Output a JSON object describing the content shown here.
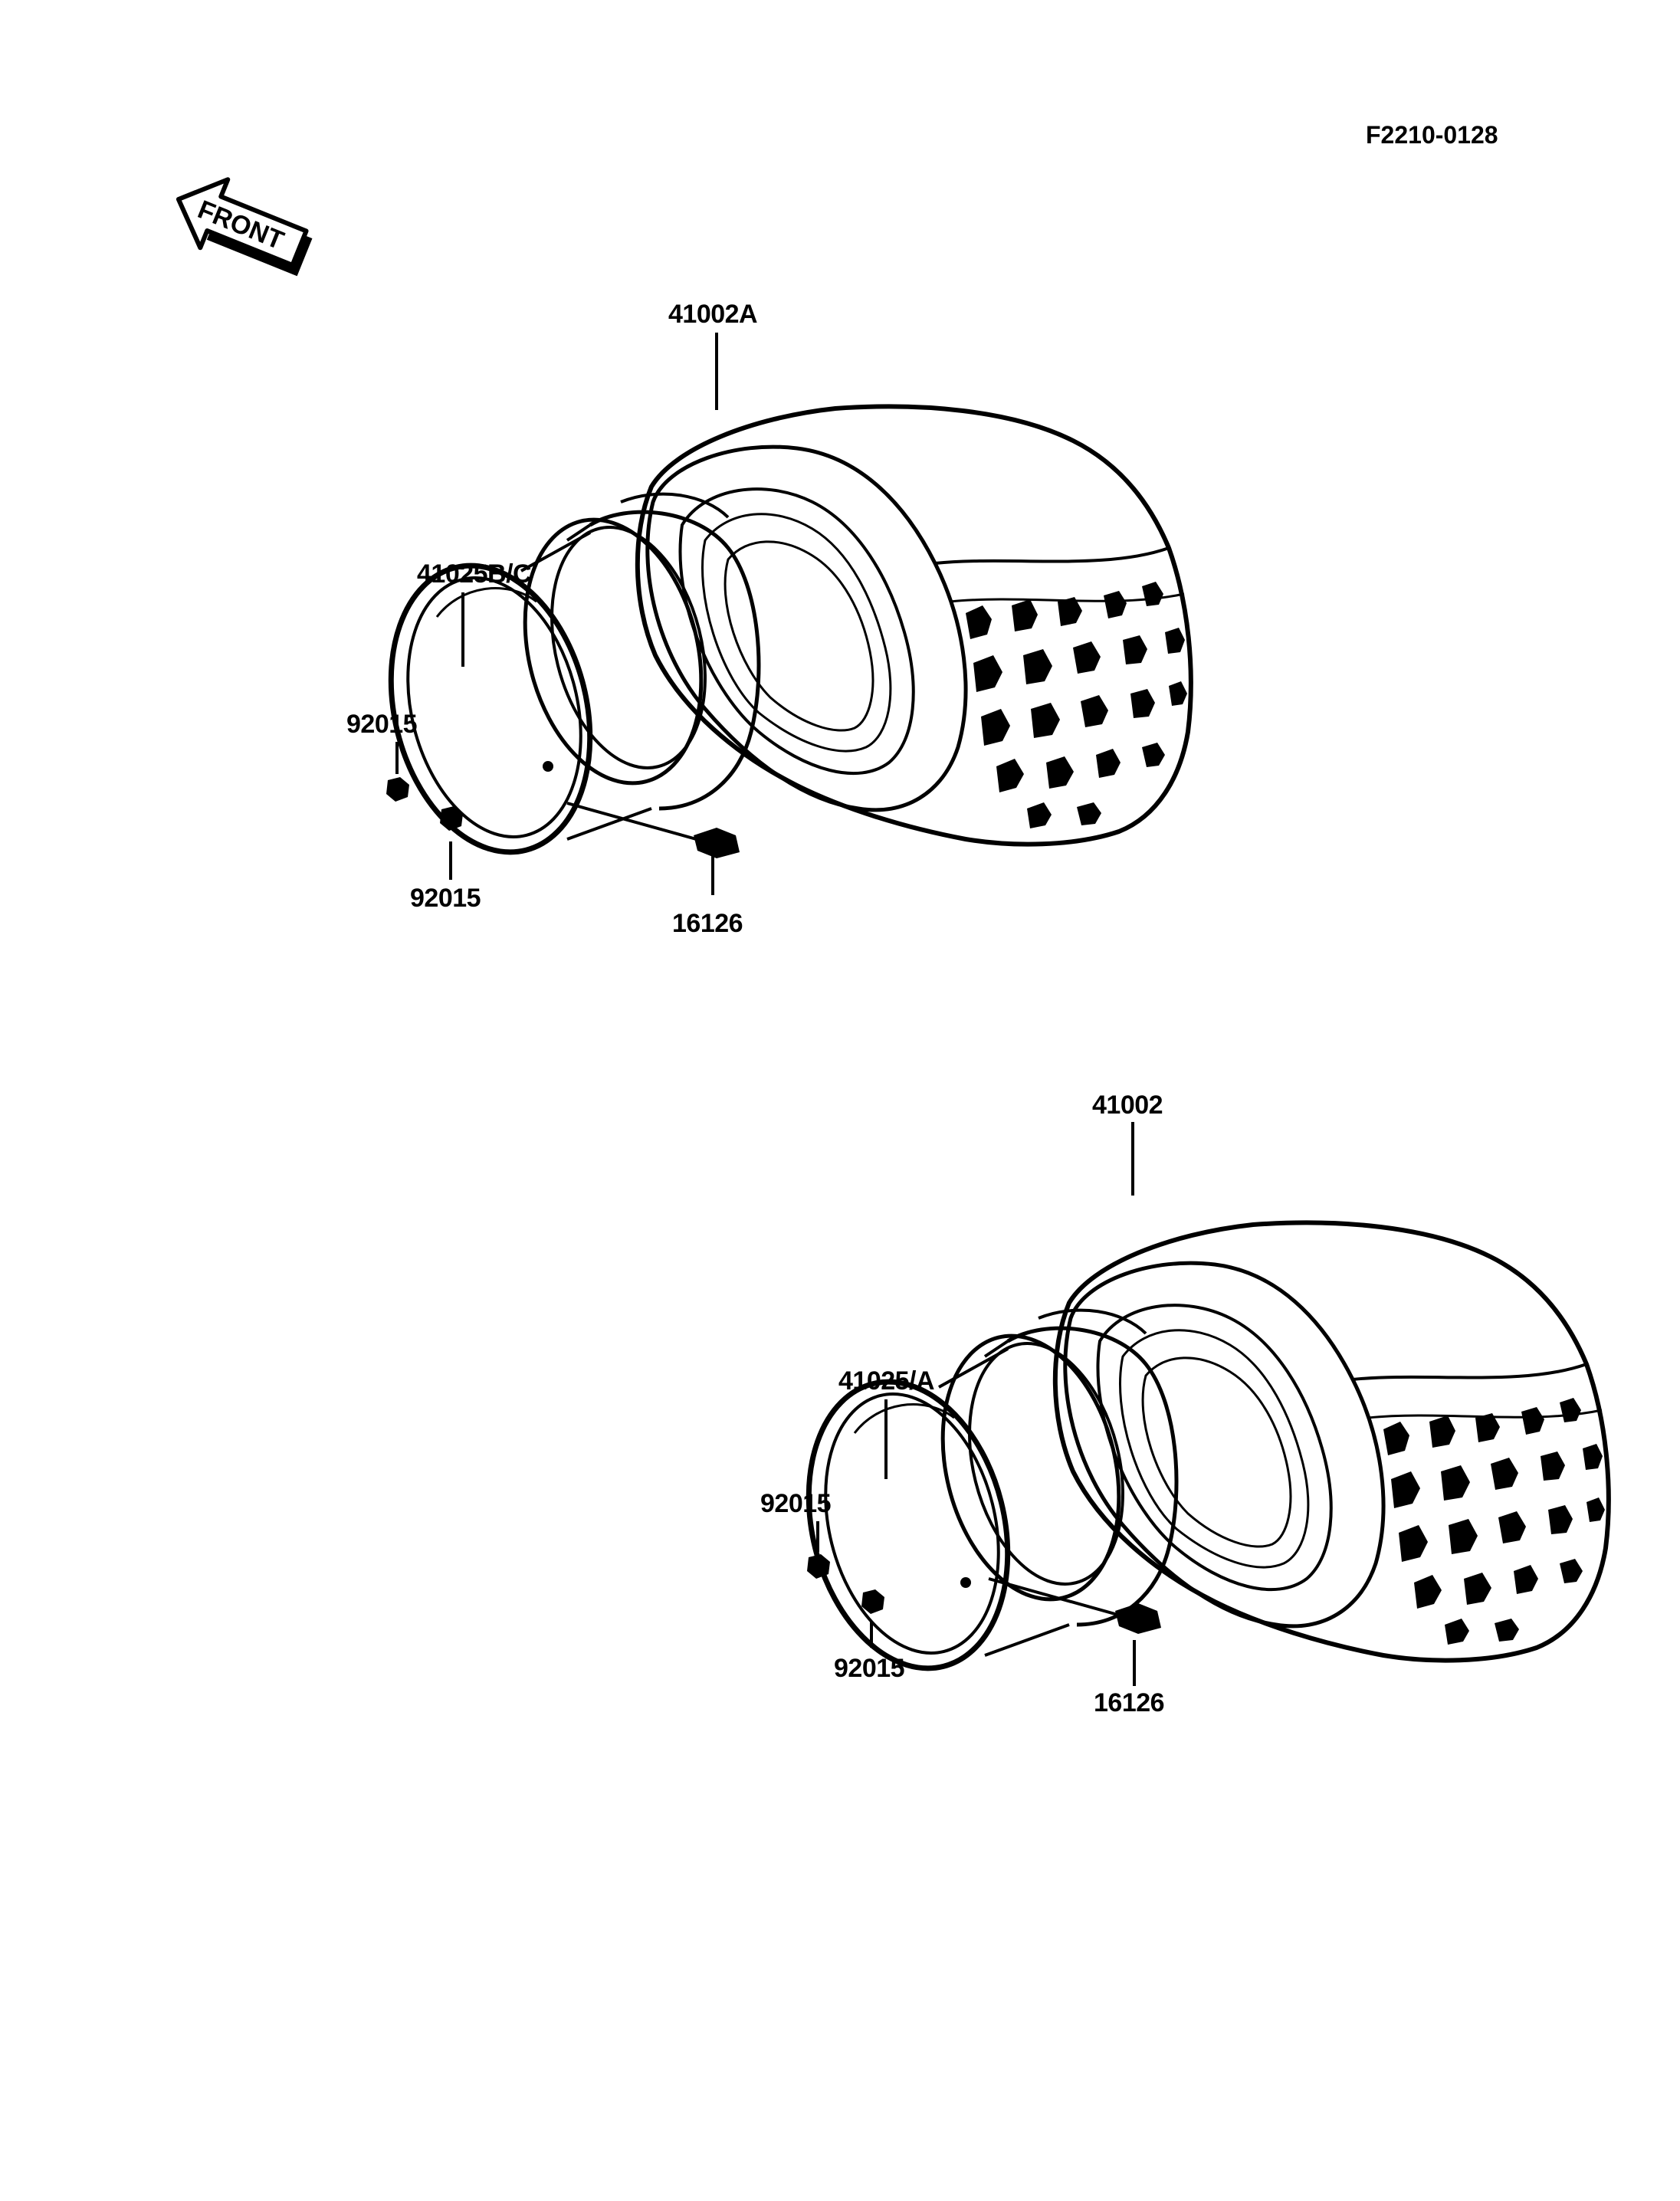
{
  "diagram_code": "F2210-0128",
  "front_arrow_label": "FRONT",
  "upper_assembly": {
    "tire": "41002A",
    "wheel": "41025B/C",
    "nut_left": "92015",
    "nut_bottom": "92015",
    "valve": "16126"
  },
  "lower_assembly": {
    "tire": "41002",
    "wheel": "41025/A",
    "nut_left": "92015",
    "nut_bottom": "92015",
    "valve": "16126"
  },
  "colors": {
    "ink": "#000000",
    "paper": "#ffffff"
  }
}
